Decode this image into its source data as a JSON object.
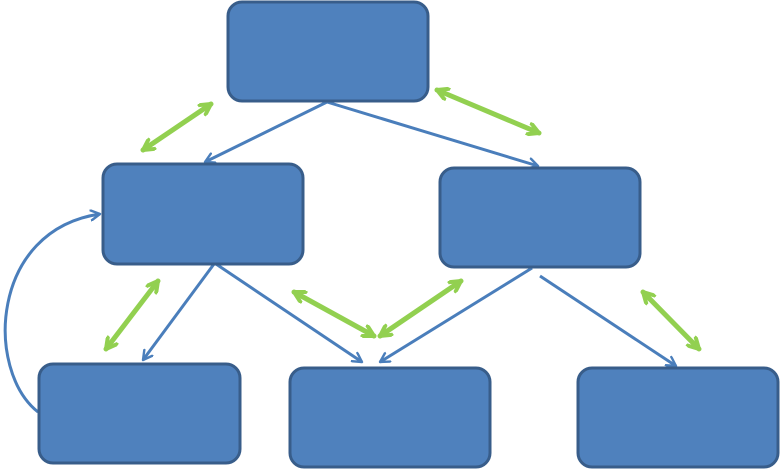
{
  "diagram": {
    "nodes": [
      {
        "id": "top",
        "label": ""
      },
      {
        "id": "mid-left",
        "label": ""
      },
      {
        "id": "mid-right",
        "label": ""
      },
      {
        "id": "bottom-left",
        "label": ""
      },
      {
        "id": "bottom-center",
        "label": ""
      },
      {
        "id": "bottom-right",
        "label": ""
      }
    ],
    "edges": [
      {
        "from": "top",
        "to": "mid-left",
        "kind": "directed"
      },
      {
        "from": "top",
        "to": "mid-right",
        "kind": "directed"
      },
      {
        "from": "mid-left",
        "to": "bottom-left",
        "kind": "directed"
      },
      {
        "from": "mid-left",
        "to": "bottom-center",
        "kind": "directed"
      },
      {
        "from": "mid-right",
        "to": "bottom-center",
        "kind": "directed"
      },
      {
        "from": "mid-right",
        "to": "bottom-right",
        "kind": "directed"
      },
      {
        "from": "bottom-left",
        "to": "mid-left",
        "kind": "curved-feedback"
      }
    ],
    "bidirectional_links": [
      {
        "between": [
          "top",
          "mid-left"
        ]
      },
      {
        "between": [
          "top",
          "mid-right"
        ]
      },
      {
        "between": [
          "mid-left",
          "bottom-left"
        ]
      },
      {
        "between": [
          "mid-left",
          "bottom-center"
        ]
      },
      {
        "between": [
          "mid-right",
          "bottom-center"
        ]
      },
      {
        "between": [
          "mid-right",
          "bottom-right"
        ]
      }
    ],
    "colors": {
      "box_fill": "#4f81bd",
      "box_border": "#385d8a",
      "arrow": "#4a7ebb",
      "bidirectional_arrow": "#92d050"
    }
  }
}
